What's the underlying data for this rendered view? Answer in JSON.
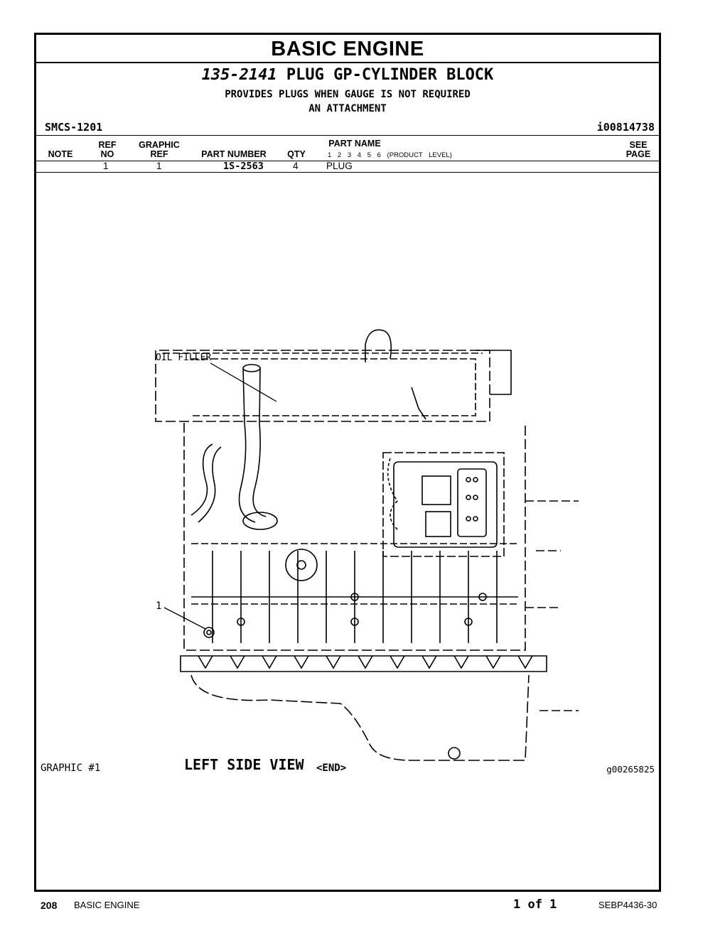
{
  "section_title": "BASIC ENGINE",
  "group": {
    "number": "135-2141",
    "name": "PLUG GP-CYLINDER BLOCK",
    "note1": "PROVIDES PLUGS WHEN GAUGE IS NOT REQUIRED",
    "note2": "AN ATTACHMENT"
  },
  "smcs": "SMCS-1201",
  "info_id": "i00814738",
  "table": {
    "headers": {
      "note": "NOTE",
      "ref_top": "REF",
      "ref_bottom": "NO",
      "graphic_top": "GRAPHIC",
      "graphic_bottom": "REF",
      "part_number": "PART NUMBER",
      "qty": "QTY",
      "part_name": "PART NAME",
      "levels": "1 2 3 4 5 6 (PRODUCT LEVEL)",
      "see_top": "SEE",
      "see_bottom": "PAGE"
    },
    "rows": [
      {
        "note": "",
        "ref_no": "1",
        "graphic_ref": "1",
        "part_number": "1S-2563",
        "qty": "4",
        "part_name": "PLUG",
        "see_page": ""
      }
    ]
  },
  "drawing": {
    "callout_oil_filler": "OIL FILLER",
    "callout_1": "1",
    "caption": "LEFT SIDE VIEW"
  },
  "graphic_label": "GRAPHIC #1",
  "end_marker": "<END>",
  "graphic_id": "g00265825",
  "footer": {
    "page_number": "208",
    "section": "BASIC ENGINE",
    "page_of": "1 of 1",
    "doc_id": "SEBP4436-30"
  }
}
